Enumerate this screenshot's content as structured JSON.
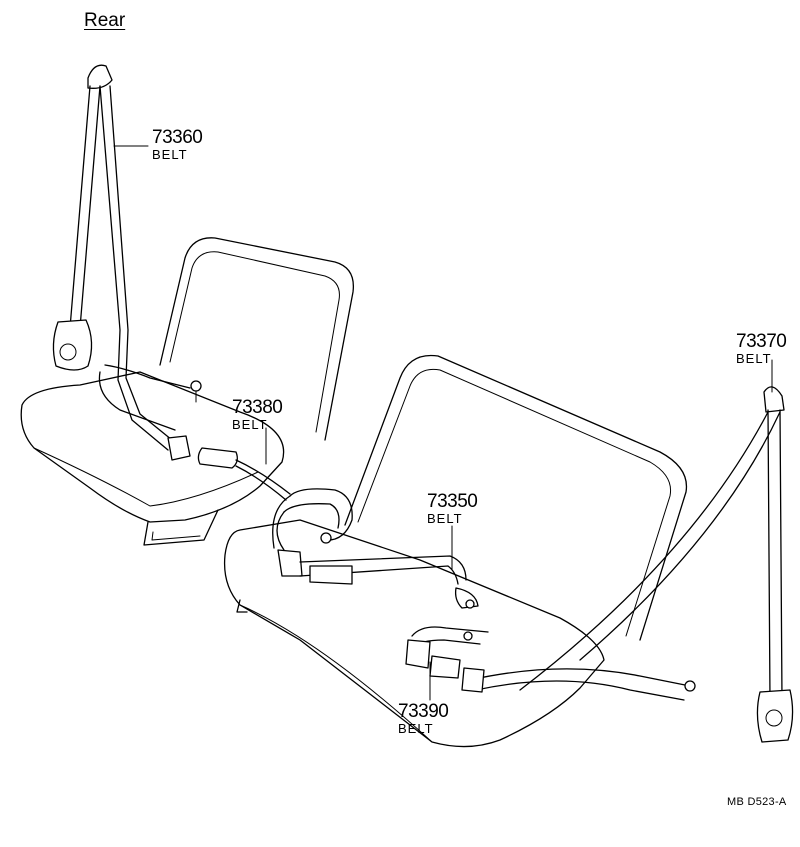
{
  "heading": "Rear",
  "parts": [
    {
      "number": "73360",
      "description": "BELT"
    },
    {
      "number": "73370",
      "description": "BELT"
    },
    {
      "number": "73380",
      "description": "BELT"
    },
    {
      "number": "73350",
      "description": "BELT"
    },
    {
      "number": "73390",
      "description": "BELT"
    }
  ],
  "drawing_code": "MB  D523-A"
}
